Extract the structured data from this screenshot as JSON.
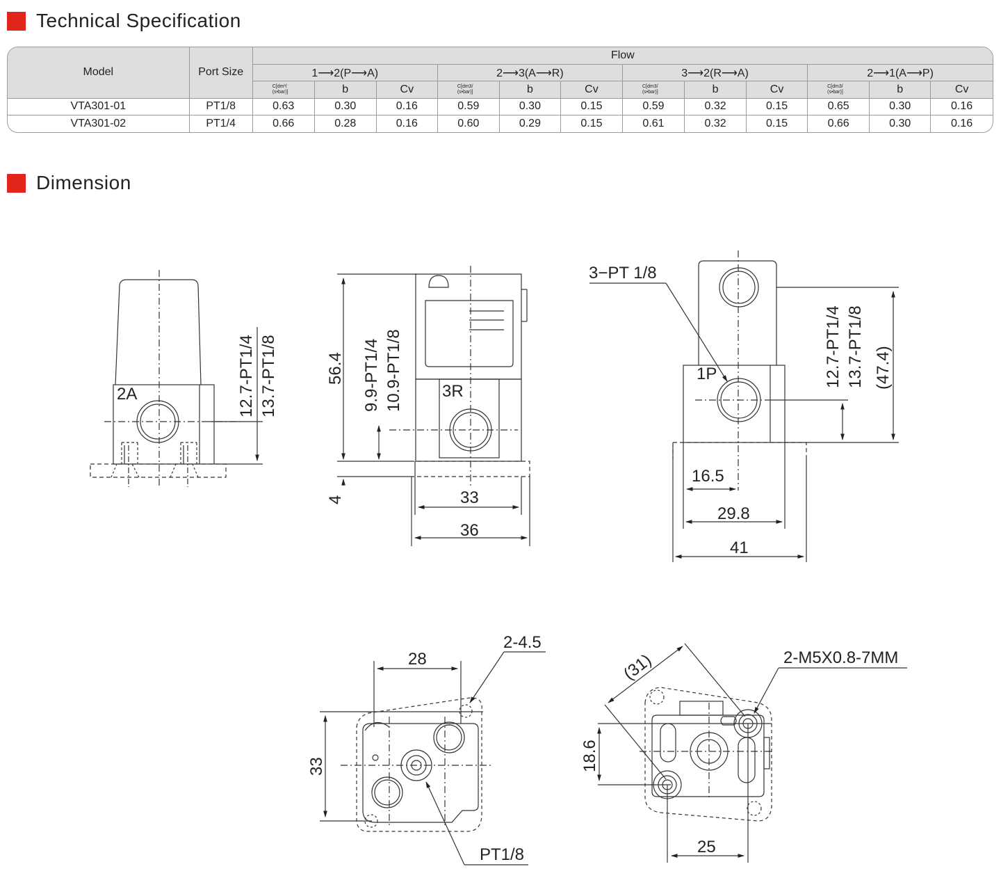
{
  "sections": {
    "spec_title": "Technical Specification",
    "dim_title": "Dimension"
  },
  "table": {
    "model_header": "Model",
    "port_header": "Port Size",
    "flow_header": "Flow",
    "groups": [
      "1⟶2(P⟶A)",
      "2⟶3(A⟶R)",
      "3⟶2(R⟶A)",
      "2⟶1(A⟶P)"
    ],
    "sub_c_line1": "C[dm³/",
    "sub_c_line2": "(s•bar)]",
    "sub_c_alt_line1": "C[dm3/",
    "sub_b": "b",
    "sub_cv": "Cv",
    "rows": [
      {
        "model": "VTA301-01",
        "port": "PT1/8",
        "values": [
          "0.63",
          "0.30",
          "0.16",
          "0.59",
          "0.30",
          "0.15",
          "0.59",
          "0.32",
          "0.15",
          "0.65",
          "0.30",
          "0.16"
        ]
      },
      {
        "model": "VTA301-02",
        "port": "PT1/4",
        "values": [
          "0.66",
          "0.28",
          "0.16",
          "0.60",
          "0.29",
          "0.15",
          "0.61",
          "0.32",
          "0.15",
          "0.66",
          "0.30",
          "0.16"
        ]
      }
    ]
  },
  "dims": {
    "v1": {
      "port_label": "2A",
      "dim_a": "12.7-PT1/4",
      "dim_b": "13.7-PT1/8"
    },
    "v2": {
      "height": "56.4",
      "port_label": "3R",
      "dim_a": "9.9-PT1/4",
      "dim_b": "10.9-PT1/8",
      "base": "4",
      "w_inner": "33",
      "w_outer": "36"
    },
    "v3": {
      "port_callout": "3−PT 1/8",
      "port_label": "1P",
      "dim_a": "12.7-PT1/4",
      "dim_b": "13.7-PT1/8",
      "dim_c": "(47.4)",
      "w1": "16.5",
      "w2": "29.8",
      "w3": "41"
    },
    "v4": {
      "hole": "2-4.5",
      "w": "28",
      "h": "33",
      "port": "PT1/8"
    },
    "v5": {
      "diag": "(31)",
      "thread": "2-M5X0.8-7MM",
      "h": "18.6",
      "w": "25"
    }
  }
}
